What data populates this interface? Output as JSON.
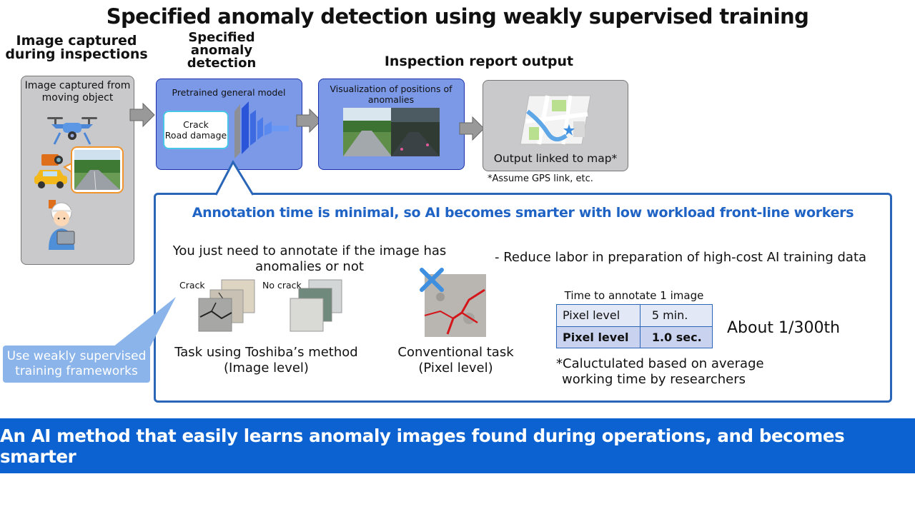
{
  "title": "Specified anomaly detection using weakly supervised training",
  "stages": {
    "capture": "Image captured during inspections",
    "detection": "Specified anomaly detection",
    "report": "Inspection report output"
  },
  "capture_box": {
    "label": "Image captured from moving object"
  },
  "model_box": {
    "label": "Pretrained general model",
    "classes": [
      "Crack",
      "Road damage"
    ]
  },
  "visualization_box": {
    "label": "Visualization of positions of anomalies"
  },
  "map_box": {
    "label": "Output linked to map*",
    "note": "*Assume GPS link, etc."
  },
  "annotation": {
    "headline": "Annotation time is minimal, so AI becomes smarter with low workload front-line workers",
    "instruction": "You just need to annotate if the image has anomalies or not",
    "benefit": "-  Reduce labor in preparation of high-cost AI training data",
    "crack_label": "Crack",
    "no_crack_label": "No crack",
    "toshiba_task": [
      "Task using Toshiba’s method",
      "(Image level)"
    ],
    "conventional_task": [
      "Conventional task",
      "(Pixel level)"
    ],
    "table": {
      "title": "Time to annotate 1 image",
      "rows": [
        {
          "level": "Pixel level",
          "time": "5 min."
        },
        {
          "level": "Pixel level",
          "time": "1.0 sec."
        }
      ]
    },
    "ratio": "About 1/300th",
    "note": [
      "*Caluctulated based on average",
      "working time by researchers"
    ]
  },
  "callout": [
    "Use weakly supervised",
    "training frameworks"
  ],
  "banner": "An AI method that easily learns anomaly images found during operations, and becomes smarter",
  "colors": {
    "accent_blue": "#1f63c5",
    "banner_blue": "#0b62d0",
    "model_box": "#7c99e8",
    "frame_blue": "#2a66b8"
  }
}
